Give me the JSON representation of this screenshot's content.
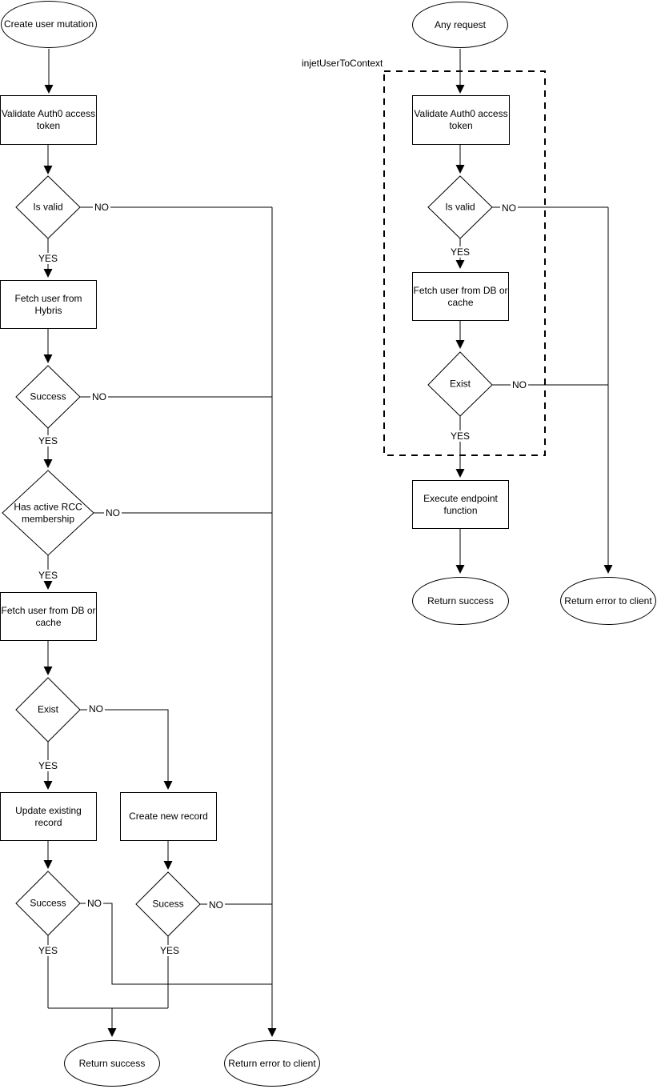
{
  "diagram": {
    "background": "#ffffff",
    "stroke_color": "#000000",
    "group_label": "injetUserToContext",
    "edge_labels": {
      "yes": "YES",
      "no": "NO"
    },
    "left_flow": {
      "start": "Create user mutation",
      "validate_token": "Validate Auth0 access token",
      "is_valid": "Is valid",
      "fetch_hybris": "Fetch user from Hybris",
      "success_fetch": "Success",
      "has_rcc": "Has active RCC membership",
      "fetch_db": "Fetch user from DB or cache",
      "exist": "Exist",
      "update_record": "Update existing record",
      "create_record": "Create new record",
      "success_update": "Success",
      "success_create": "Sucess",
      "return_success": "Return success",
      "return_error": "Return error to client"
    },
    "right_flow": {
      "start": "Any request",
      "validate_token": "Validate Auth0 access token",
      "is_valid": "Is valid",
      "fetch_db": "Fetch user from DB or cache",
      "exist": "Exist",
      "execute": "Execute endpoint function",
      "return_success": "Return success",
      "return_error": "Return error to client"
    }
  }
}
